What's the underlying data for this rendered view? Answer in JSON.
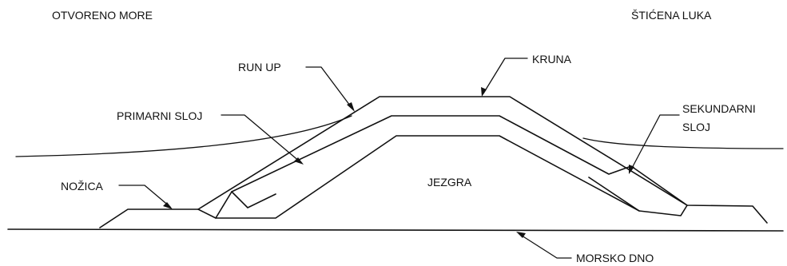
{
  "labels": {
    "open_sea": "OTVORENO MORE",
    "protected_harbor": "ŠTIĆENA LUKA",
    "run_up": "RUN UP",
    "crest": "KRUNA",
    "primary_layer": "PRIMARNI SLOJ",
    "secondary_layer_1": "SEKUNDARNI",
    "secondary_layer_2": "SLOJ",
    "toe": "NOŽICA",
    "core": "JEZGRA",
    "seabed": "MORSKO DNO"
  },
  "colors": {
    "line": "#111111",
    "background": "#ffffff"
  }
}
